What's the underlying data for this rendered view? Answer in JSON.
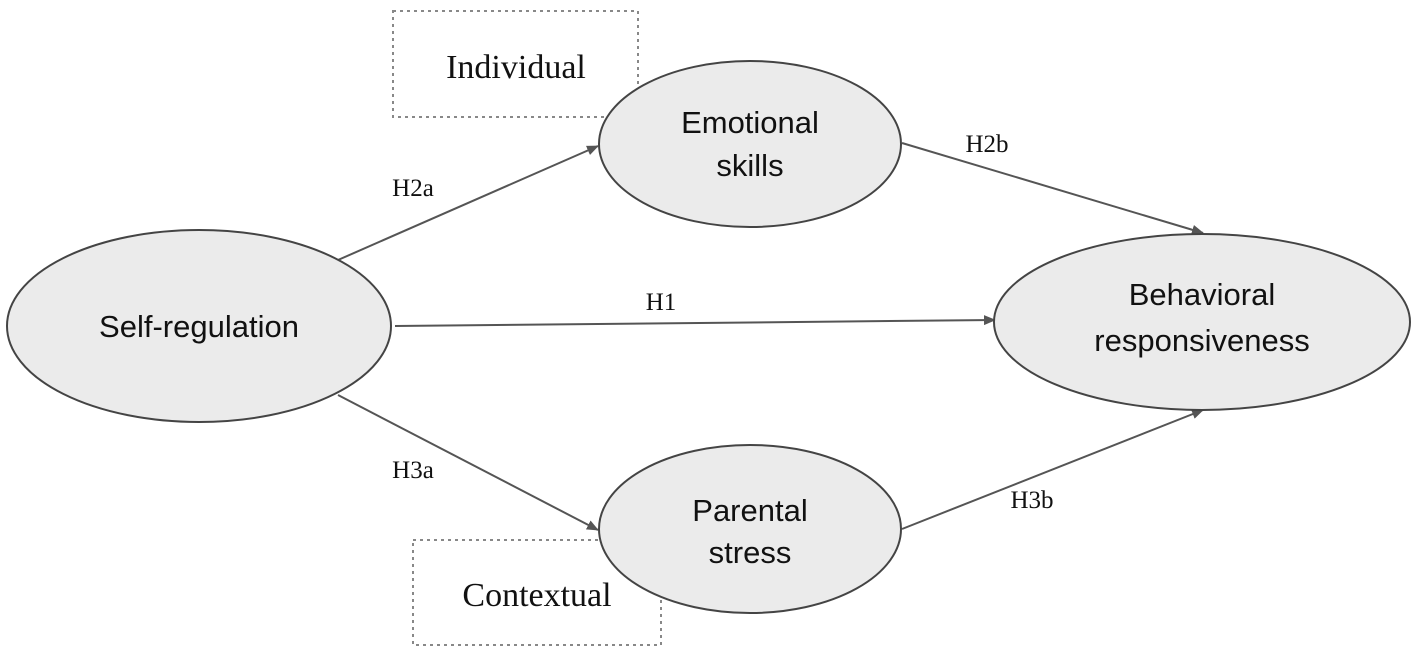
{
  "groups": {
    "individual": "Individual",
    "contextual": "Contextual"
  },
  "nodes": {
    "self_regulation": [
      "Self-regulation"
    ],
    "emotional_skills": [
      "Emotional",
      "skills"
    ],
    "parental_stress": [
      "Parental",
      "stress"
    ],
    "behavioral_responsiveness": [
      "Behavioral",
      "responsiveness"
    ]
  },
  "edges": {
    "h1": "H1",
    "h2a": "H2a",
    "h2b": "H2b",
    "h3a": "H3a",
    "h3b": "H3b"
  },
  "colors": {
    "node_fill": "#ebebeb",
    "node_stroke": "#444444",
    "arrow": "#555555",
    "group_border": "#888888"
  }
}
